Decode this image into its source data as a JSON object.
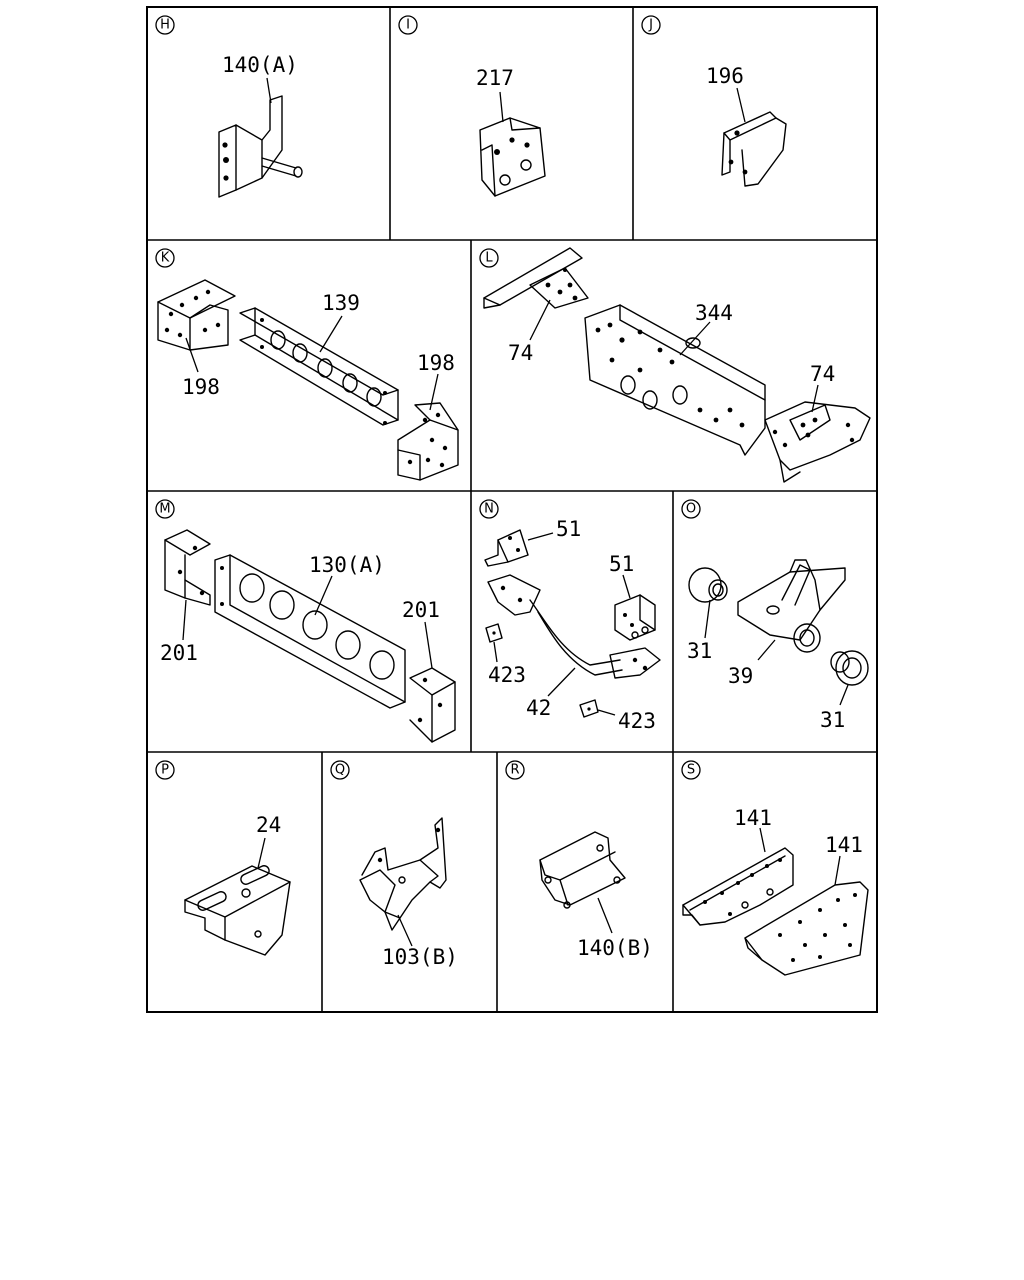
{
  "panels": [
    {
      "id": "H",
      "parts": [
        "140(A)"
      ]
    },
    {
      "id": "I",
      "parts": [
        "217"
      ]
    },
    {
      "id": "J",
      "parts": [
        "196"
      ]
    },
    {
      "id": "K",
      "parts": [
        "139",
        "198",
        "198"
      ]
    },
    {
      "id": "L",
      "parts": [
        "74",
        "344",
        "74"
      ]
    },
    {
      "id": "M",
      "parts": [
        "130(A)",
        "201",
        "201"
      ]
    },
    {
      "id": "N",
      "parts": [
        "51",
        "51",
        "423",
        "42",
        "423"
      ]
    },
    {
      "id": "O",
      "parts": [
        "31",
        "39",
        "31"
      ]
    },
    {
      "id": "P",
      "parts": [
        "24"
      ]
    },
    {
      "id": "Q",
      "parts": [
        "103(B)"
      ]
    },
    {
      "id": "R",
      "parts": [
        "140(B)"
      ]
    },
    {
      "id": "S",
      "parts": [
        "141",
        "141"
      ]
    }
  ]
}
